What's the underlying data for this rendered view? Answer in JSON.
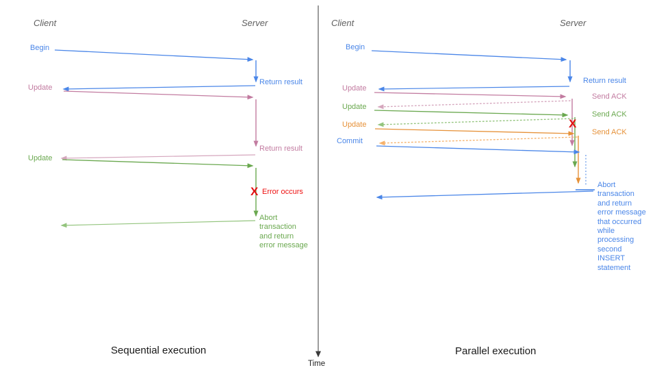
{
  "colors": {
    "blue": "#4a86e8",
    "pink": "#c27ba0",
    "green": "#6aa84f",
    "orange": "#e69138",
    "light_pink": "#d5a6bd",
    "light_green": "#93c47d",
    "light_orange": "#f6b26b",
    "light_blue": "#6d9eeb",
    "red": "#e01111",
    "header_gray": "#5f5f5f",
    "axis_dark": "#3a3a3a"
  },
  "left": {
    "caption": "Sequential execution",
    "client": "Client",
    "server": "Server",
    "begin": "Begin",
    "return1": "Return result",
    "update1": "Update",
    "return2": "Return result",
    "update2": "Update",
    "error_mark": "X",
    "error": "Error occurs",
    "abort": [
      "Abort",
      "transaction",
      "and return",
      "error message"
    ]
  },
  "right": {
    "caption": "Parallel execution",
    "client": "Client",
    "server": "Server",
    "begin": "Begin",
    "return1": "Return result",
    "update1": "Update",
    "ack1": "Send ACK",
    "update2": "Update",
    "ack2": "Send ACK",
    "update3": "Update",
    "ack3": "Send ACK",
    "commit": "Commit",
    "error_mark": "X",
    "abort": [
      "Abort",
      "transaction",
      "and return",
      "error message",
      "that occurred",
      "while",
      "processing",
      "second",
      "INSERT",
      "statement"
    ]
  },
  "time_axis": {
    "label": "Time"
  }
}
